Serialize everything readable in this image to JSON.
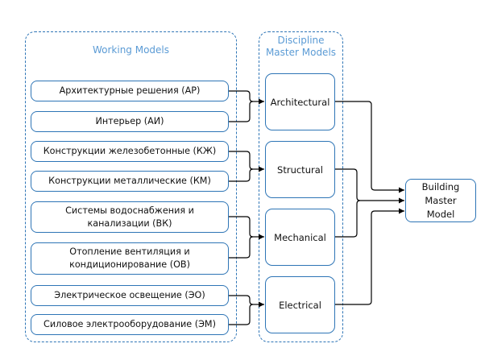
{
  "working_models": {
    "title": "Working Models",
    "items": [
      {
        "label": "Архитектурные решения (АР)"
      },
      {
        "label": "Интерьер (АИ)"
      },
      {
        "label": "Конструкции железобетонные (КЖ)"
      },
      {
        "label": "Конструкции металлические (КМ)"
      },
      {
        "label": "Системы водоснабжения и канализации (ВК)"
      },
      {
        "label": "Отопление вентиляция и кондиционирование (ОВ)"
      },
      {
        "label": "Электрическое освещение (ЭО)"
      },
      {
        "label": "Силовое электрооборудование (ЭМ)"
      }
    ]
  },
  "discipline_models": {
    "title": "Discipline Master Models",
    "items": [
      {
        "label": "Architectural"
      },
      {
        "label": "Structural"
      },
      {
        "label": "Mechanical"
      },
      {
        "label": "Electrical"
      }
    ]
  },
  "building_model": {
    "label": "Building Master Model"
  },
  "colors": {
    "border": "#2e75b6",
    "title": "#5b9bd5",
    "connector": "#000000"
  }
}
